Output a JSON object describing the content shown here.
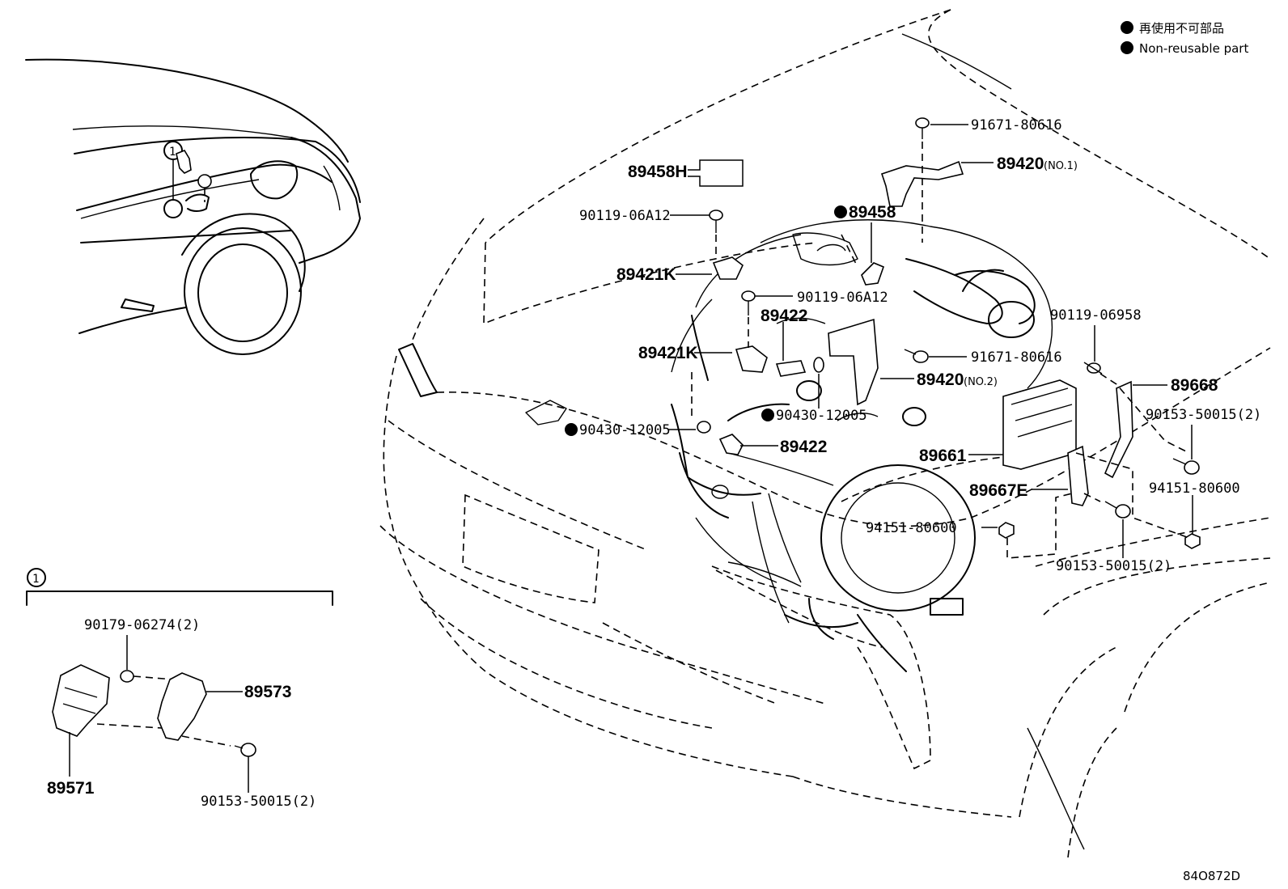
{
  "legend": {
    "items": [
      {
        "label": "再使用不可部品"
      },
      {
        "label": "Non-reusable part"
      }
    ]
  },
  "callouts": {
    "p89458H": "89458H",
    "p89420_no1": "89420",
    "p89420_no1_suffix": "(NO.1)",
    "p91671_80616_a": "91671-80616",
    "p90119_06A12_a": "90119-06A12",
    "p89458": "89458",
    "p89421K_a": "89421K",
    "p90119_06A12_b": "90119-06A12",
    "p89422_a": "89422",
    "p89421K_b": "89421K",
    "p90119_06958": "90119-06958",
    "p91671_80616_b": "91671-80616",
    "p89420_no2": "89420",
    "p89420_no2_suffix": "(NO.2)",
    "p89668": "89668",
    "p90430_12005_a": "90430-12005",
    "p90430_12005_b": "90430-12005",
    "p90153_50015_a": "90153-50015(2)",
    "p89422_b": "89422",
    "p89661": "89661",
    "p89667E": "89667E",
    "p94151_80600_a": "94151-80600",
    "p94151_80600_b": "94151-80600",
    "p90153_50015_b": "90153-50015(2)"
  },
  "inset": {
    "ref_number": "1",
    "box_ref_number": "1",
    "p90179_06274": "90179-06274(2)",
    "p89573": "89573",
    "p89571": "89571",
    "p90153_50015": "90153-50015(2)"
  },
  "diagram_code": "84O872D"
}
